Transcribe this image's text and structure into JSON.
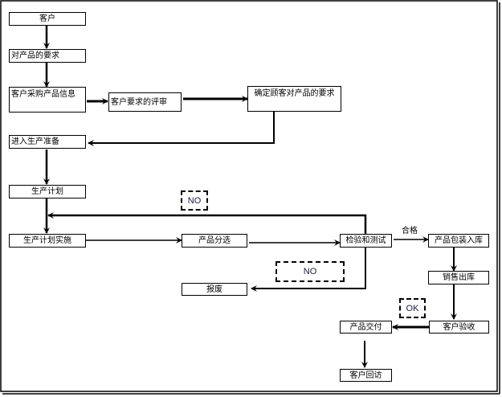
{
  "diagram": {
    "nodes": {
      "customer": "客户",
      "product_requirements": "对产品的要求",
      "purchase_info": "客户采购产品信息",
      "requirement_review": "客户要求的评审",
      "confirm_requirements": "确定顾客对产品的要求",
      "enter_production_prep": "进入生产准备",
      "production_plan": "生产计划",
      "plan_execution": "生产计划实施",
      "product_sorting": "产品分选",
      "inspection_testing": "检验和测试",
      "scrap": "报废",
      "packaging_storage": "产品包装入库",
      "sales_outbound": "销售出库",
      "customer_acceptance": "客户验收",
      "product_delivery": "产品交付",
      "customer_followup": "客户回访"
    },
    "labels": {
      "rework_no": "NO",
      "scrap_no": "NO",
      "pass": "合格",
      "ok": "OK"
    }
  }
}
